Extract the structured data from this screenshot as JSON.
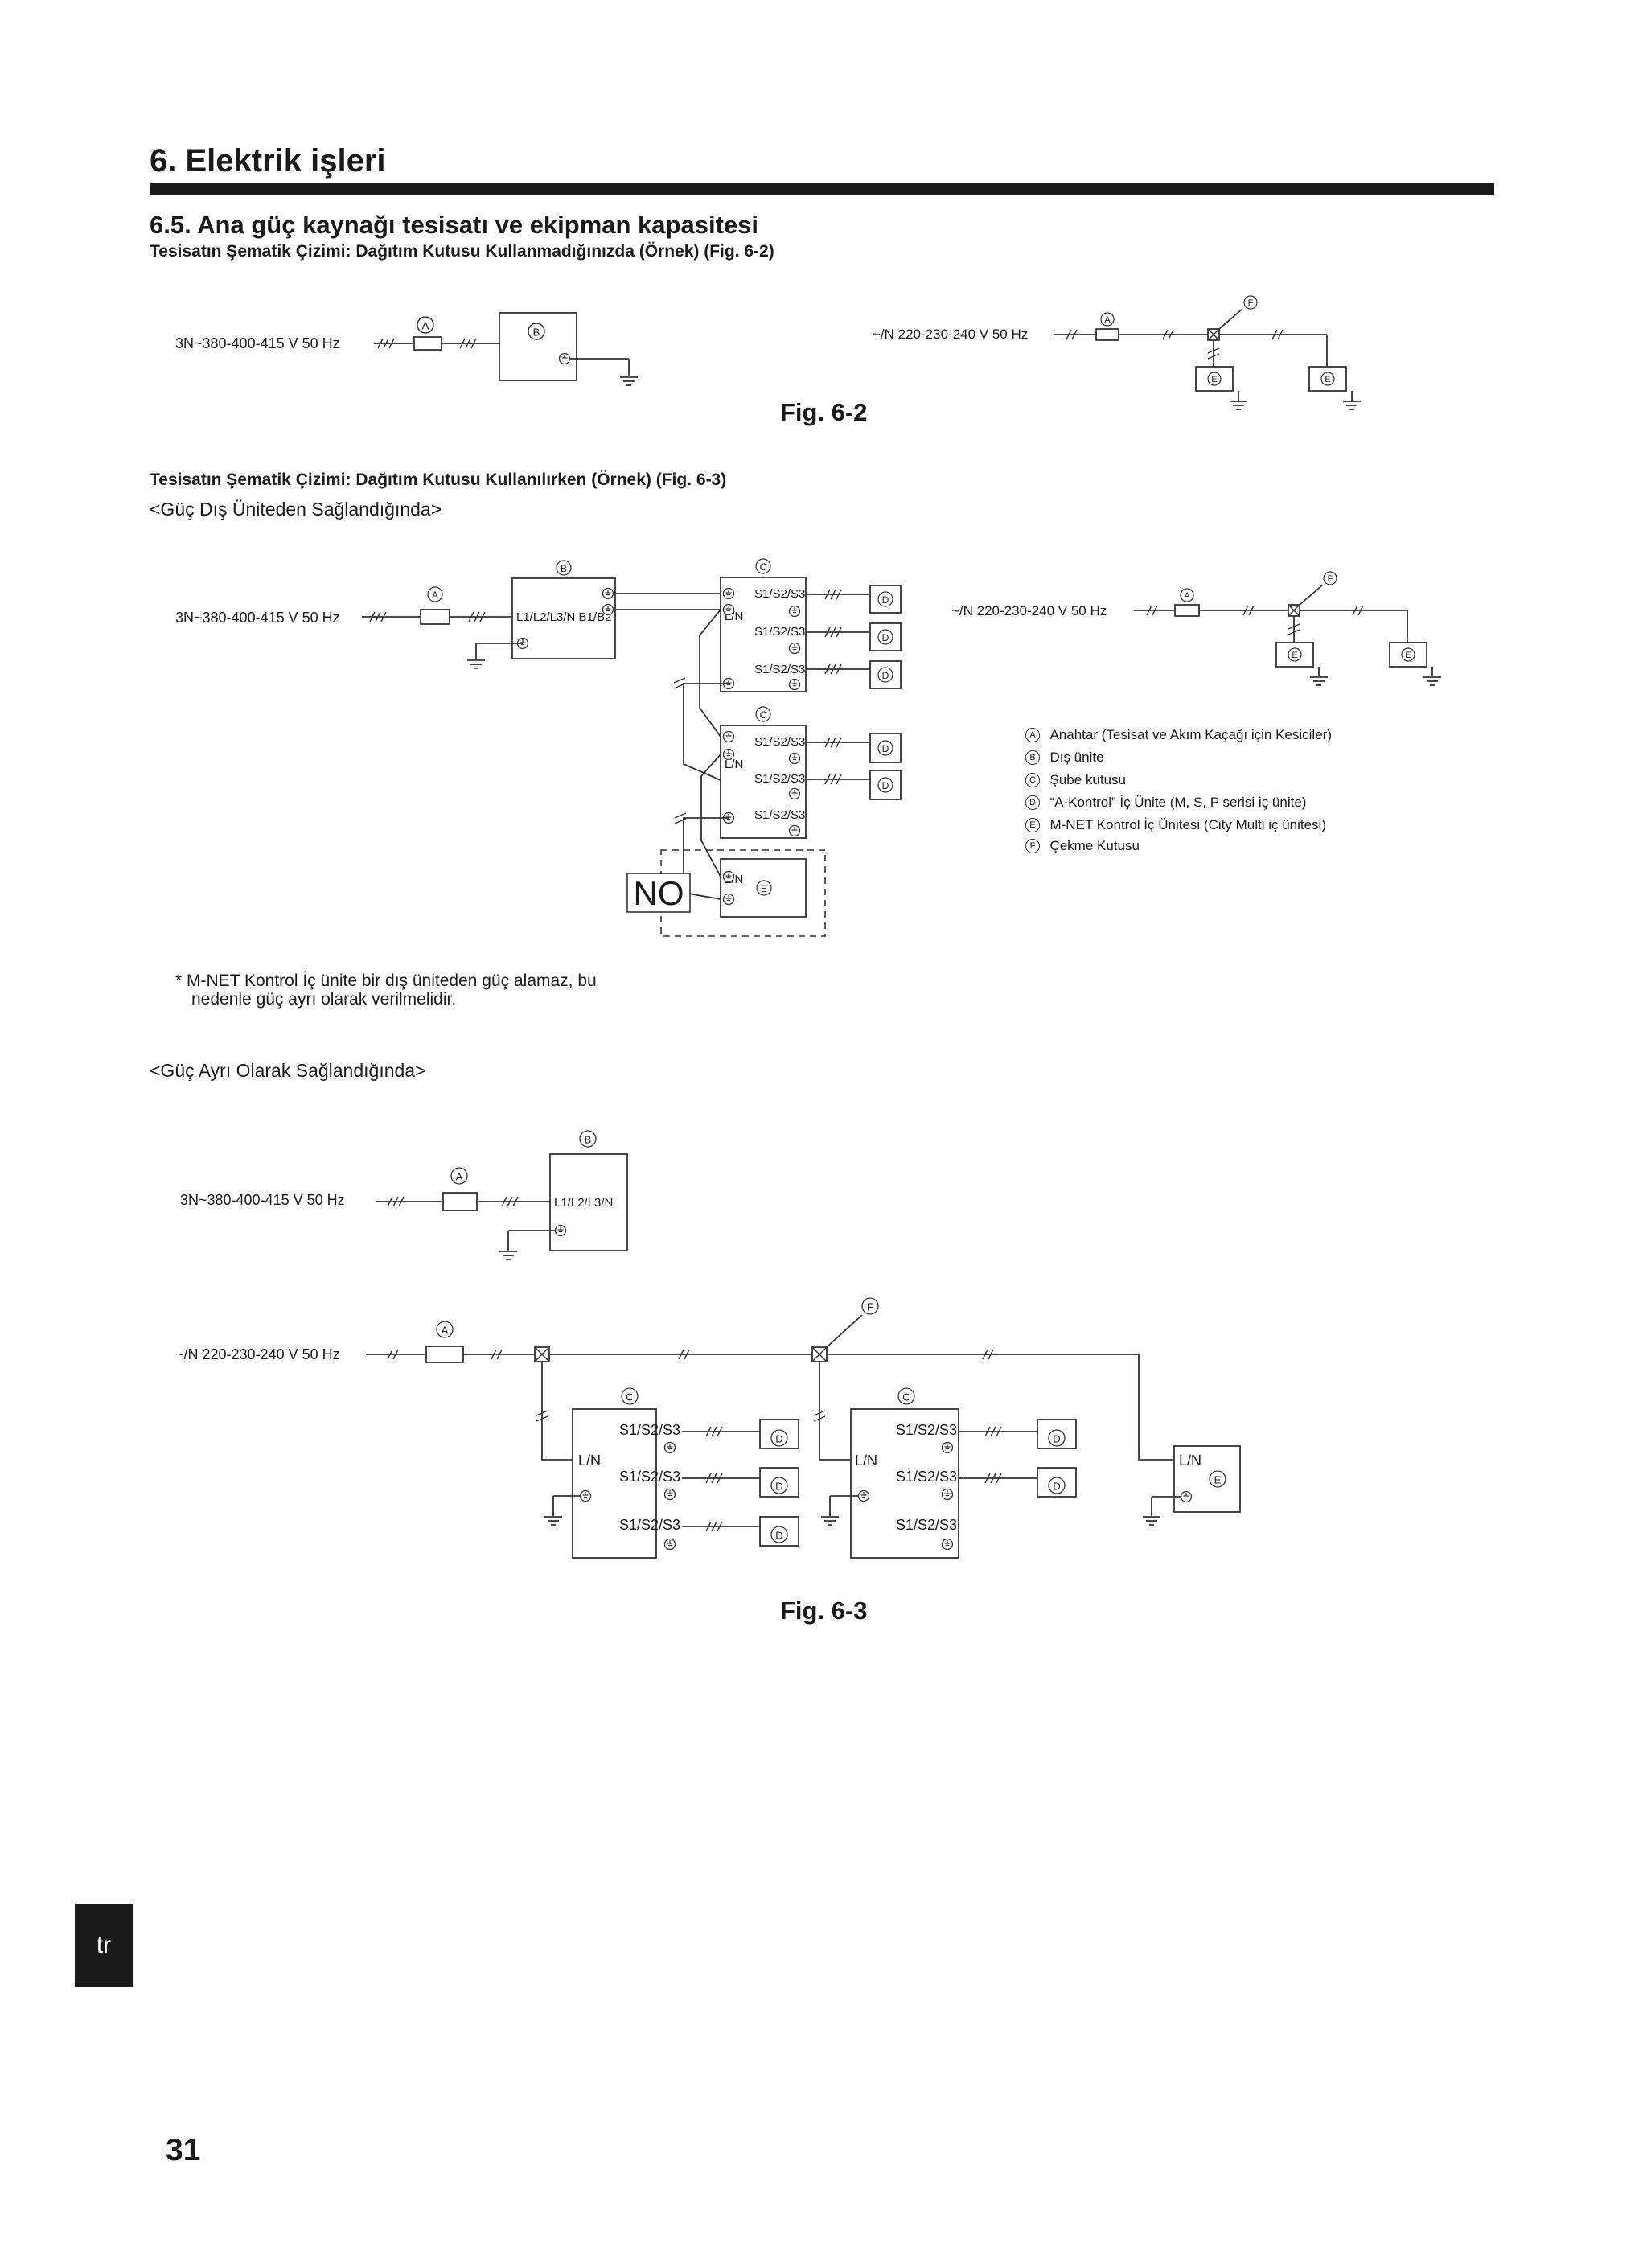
{
  "header": {
    "section_title": "6.  Elektrik işleri",
    "subsection_title": "6.5.  Ana güç kaynağı tesisatı ve ekipman kapasitesi"
  },
  "fig62": {
    "caption": "Tesisatın Şematik Çizimi: Dağıtım Kutusu Kullanmadığınızda (Örnek) (Fig. 6-2)",
    "three_phase_label": "3N~380-400-415 V 50 Hz",
    "single_phase_label": "~/N 220-230-240 V 50 Hz",
    "label": "Fig. 6-2"
  },
  "fig63": {
    "caption": "Tesisatın Şematik Çizimi: Dağıtım Kutusu Kullanılırken (Örnek) (Fig. 6-3)",
    "sub_outdoor": "<Güç Dış Üniteden Sağlandığında>",
    "sub_separate": "<Güç Ayrı Olarak Sağlandığında>",
    "three_phase_label": "3N~380-400-415 V 50 Hz",
    "single_phase_label": "~/N 220-230-240 V 50 Hz",
    "term_l123n_b12": "L1/L2/L3/N  B1/B2",
    "term_l123n": "L1/L2/L3/N",
    "term_ln": "L/N",
    "term_s123": "S1/S2/S3",
    "no_mark": "NO",
    "note_line1": "* M-NET Kontrol İç ünite bir dış üniteden güç alamaz, bu",
    "note_line2": "nedenle güç ayrı olarak verilmelidir.",
    "label": "Fig. 6-3"
  },
  "markers": {
    "A": "A",
    "B": "B",
    "C": "C",
    "D": "D",
    "E": "E",
    "F": "F"
  },
  "legend": [
    {
      "mark": "A",
      "text": "Anahtar (Tesisat ve Akım Kaçağı için Kesiciler)"
    },
    {
      "mark": "B",
      "text": "Dış ünite"
    },
    {
      "mark": "C",
      "text": "Şube kutusu"
    },
    {
      "mark": "D",
      "text": "“A-Kontrol” İç Ünite (M, S, P serisi iç ünite)"
    },
    {
      "mark": "E",
      "text": "M-NET Kontrol İç Ünitesi (City Multi iç ünitesi)"
    },
    {
      "mark": "F",
      "text": "Çekme Kutusu"
    }
  ],
  "footer": {
    "language": "tr",
    "page_number": "31"
  }
}
